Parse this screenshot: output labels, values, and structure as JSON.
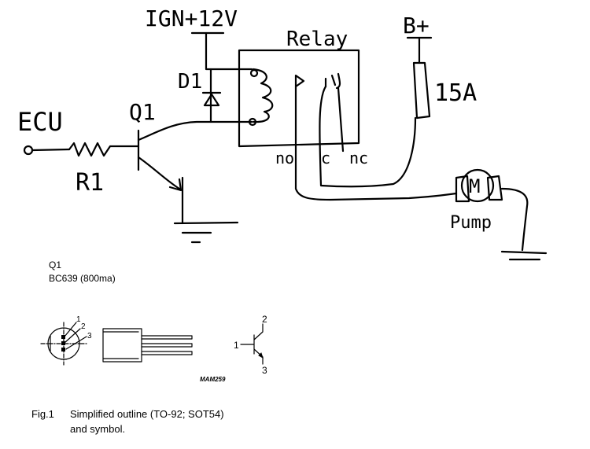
{
  "schematic": {
    "ign_label": "IGN+12V",
    "relay_label": "Relay",
    "bplus_label": "B+",
    "fuse_label": "15A",
    "ecu_label": "ECU",
    "r1_label": "R1",
    "q1_label": "Q1",
    "d1_label": "D1",
    "motor_label": "M",
    "pump_label": "Pump",
    "pin_no": "no",
    "pin_c": "c",
    "pin_nc": "nc"
  },
  "notes": {
    "q1_title": "Q1",
    "q1_part": "BC639 (800ma)"
  },
  "figure": {
    "pin1": "1",
    "pin2": "2",
    "pin3": "3",
    "sym_pin1": "1",
    "sym_pin2": "2",
    "sym_pin3": "3",
    "code": "MAM259",
    "caption_num": "Fig.1",
    "caption_line1": "Simplified outline (TO-92; SOT54)",
    "caption_line2": "and symbol."
  }
}
